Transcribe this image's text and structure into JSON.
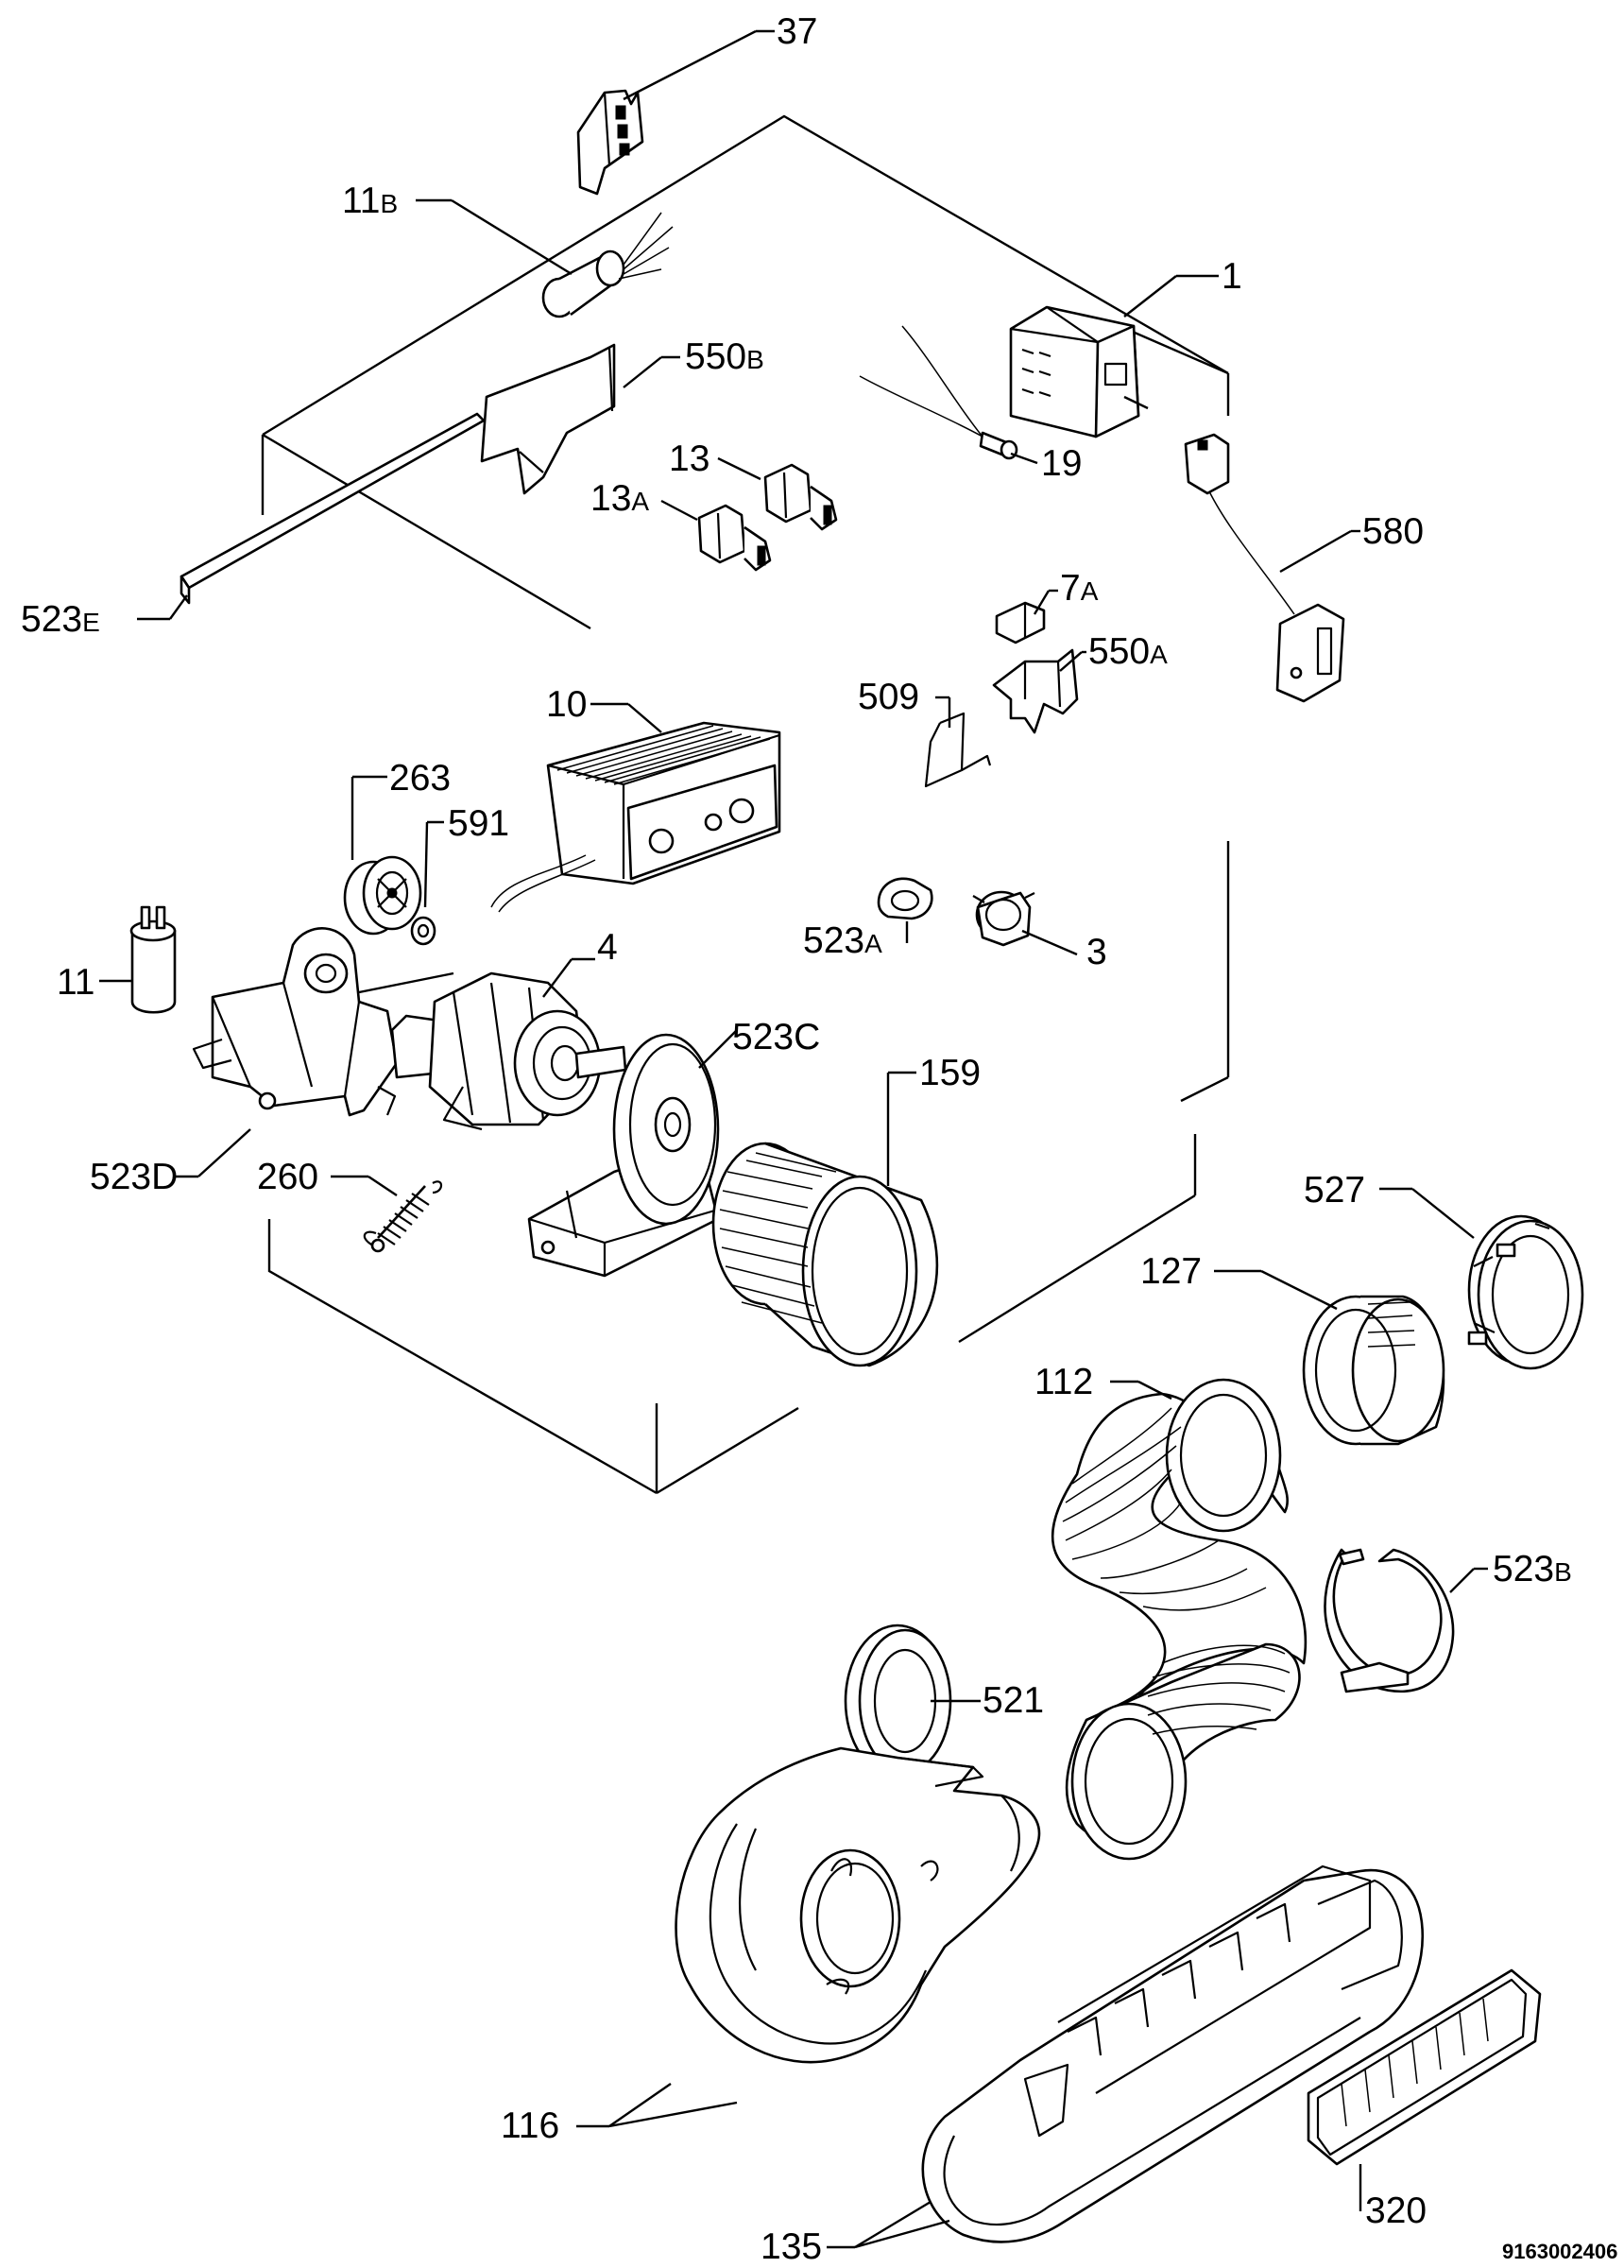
{
  "labels": {
    "l37": "37",
    "l11b_main": "11",
    "l11b_sfx": "B",
    "l1": "1",
    "l550b_main": "550",
    "l550b_sfx": "B",
    "l13": "13",
    "l13a_main": "13",
    "l13a_sfx": "A",
    "l19": "19",
    "l580": "580",
    "l523e_main": "523",
    "l523e_sfx": "E",
    "l7a_main": "7",
    "l7a_sfx": "A",
    "l509": "509",
    "l550a_main": "550",
    "l550a_sfx": "A",
    "l10": "10",
    "l263": "263",
    "l591": "591",
    "l523a_main": "523",
    "l523a_sfx": "A",
    "l3": "3",
    "l11": "11",
    "l4": "4",
    "l523c": "523C",
    "l159": "159",
    "l523d": "523D",
    "l260": "260",
    "l527": "527",
    "l127": "127",
    "l112": "112",
    "l523b_main": "523",
    "l523b_sfx": "B",
    "l521": "521",
    "l116": "116",
    "l135": "135",
    "l320": "320"
  },
  "doc_number": "9163002406"
}
